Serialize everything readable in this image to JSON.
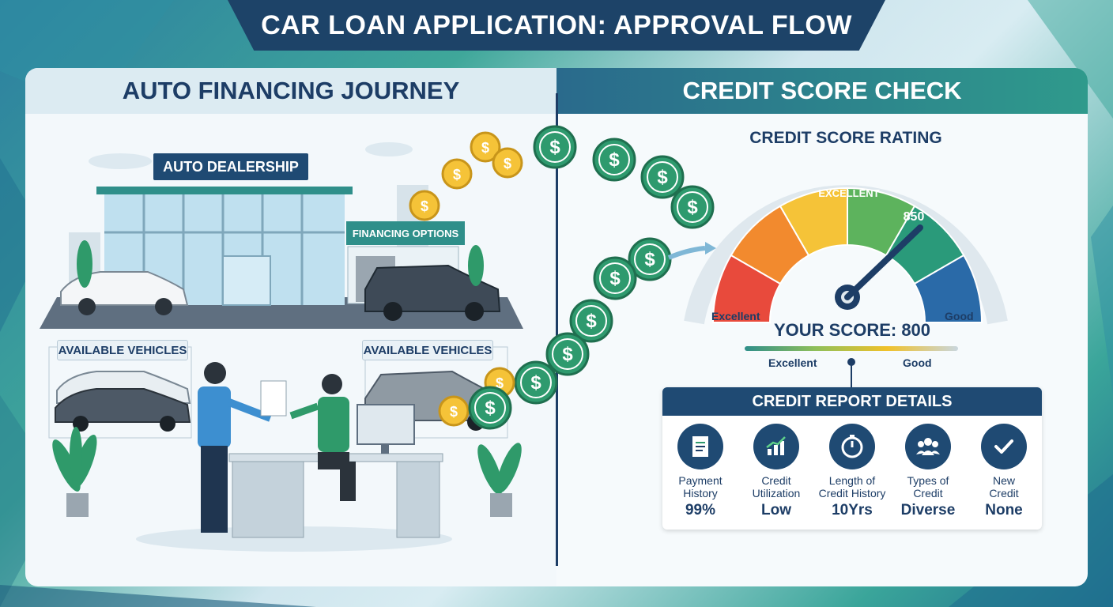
{
  "title": "CAR LOAN APPLICATION: APPROVAL FLOW",
  "left_panel": {
    "heading": "AUTO FINANCING JOURNEY",
    "dealership_sign": "AUTO DEALERSHIP",
    "financing_sign": "FINANCING OPTIONS",
    "vehicles_label_left": "AVAILABLE VEHICLES",
    "vehicles_label_right": "AVAILABLE VEHICLES"
  },
  "right_panel": {
    "heading": "CREDIT SCORE CHECK",
    "gauge": {
      "title": "CREDIT SCORE RATING",
      "segment_label": "EXCELLENT",
      "needle_label": "850",
      "left_label": "Excellent",
      "right_label": "Good",
      "colors": [
        "#e84a3c",
        "#f28a2e",
        "#f5c338",
        "#5db35d",
        "#2a9a7a",
        "#2a6aa8"
      ]
    },
    "score": {
      "text": "YOUR SCORE: 800",
      "bar_left_label": "Excellent",
      "bar_right_label": "Good"
    },
    "report": {
      "heading": "CREDIT REPORT DETAILS",
      "items": [
        {
          "label_line1": "Payment",
          "label_line2": "History",
          "value": "99%",
          "icon": "document-icon"
        },
        {
          "label_line1": "Credit",
          "label_line2": "Utilization",
          "value": "Low",
          "icon": "chart-icon"
        },
        {
          "label_line1": "Length of",
          "label_line2": "Credit History",
          "value": "10Yrs",
          "icon": "clock-icon"
        },
        {
          "label_line1": "Types of",
          "label_line2": "Credit",
          "value": "Diverse",
          "icon": "people-icon"
        },
        {
          "label_line1": "New",
          "label_line2": "Credit",
          "value": "None",
          "icon": "check-icon"
        }
      ]
    }
  }
}
